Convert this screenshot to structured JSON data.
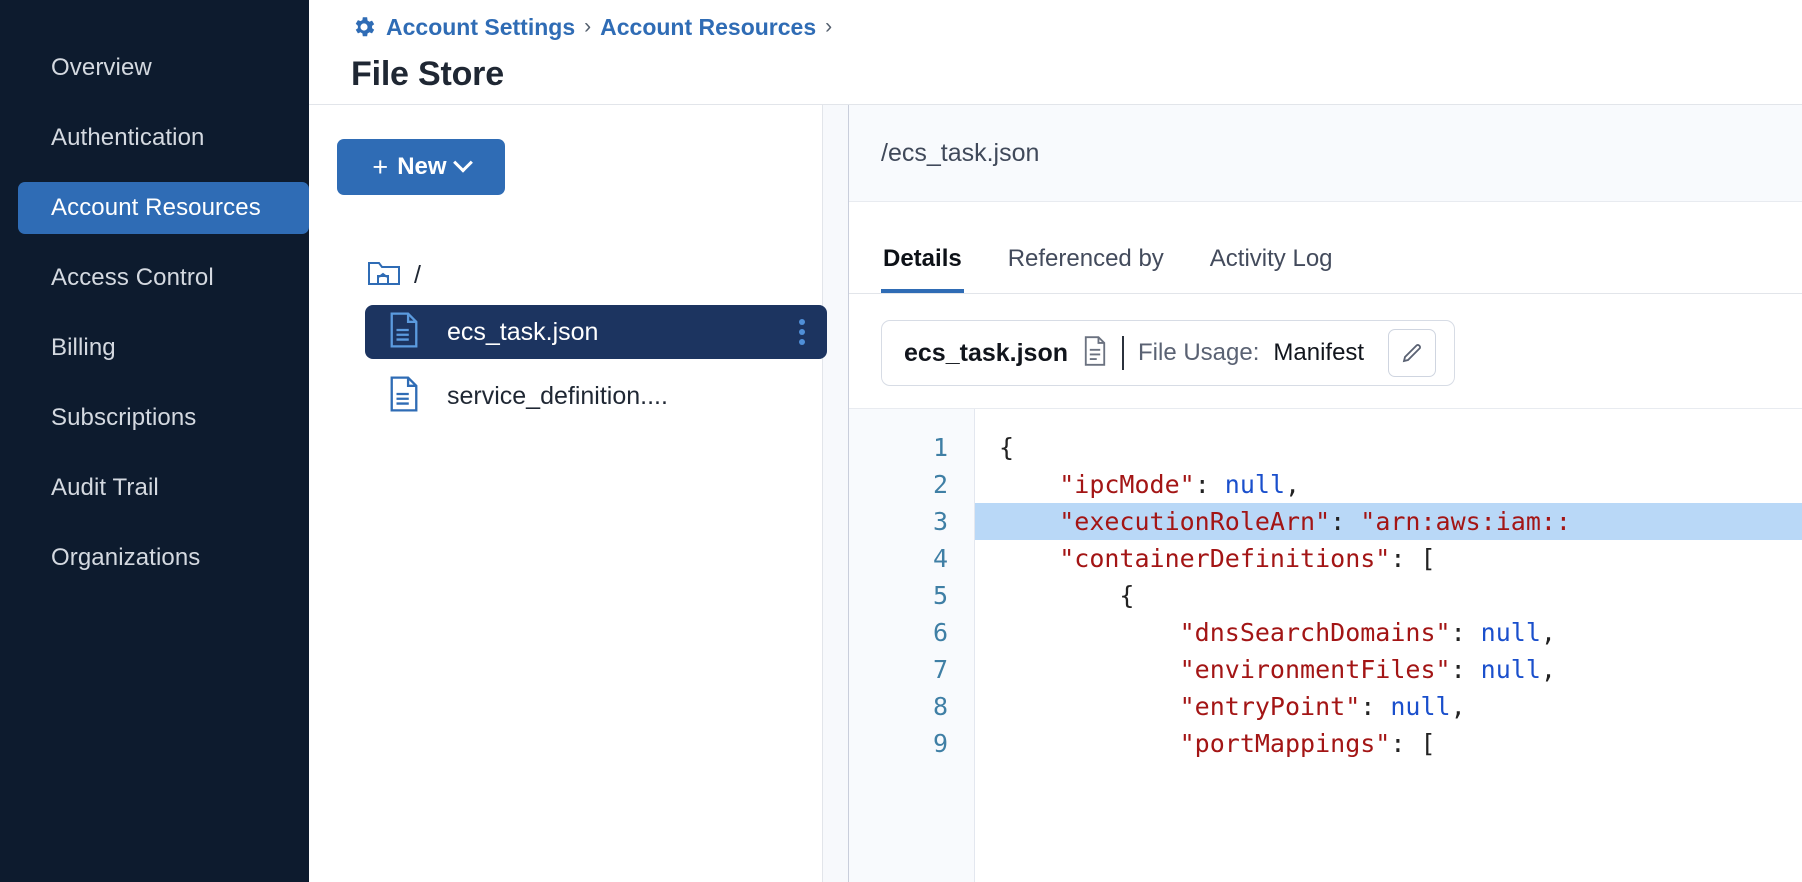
{
  "sidebar": {
    "items": [
      {
        "label": "Overview",
        "active": false
      },
      {
        "label": "Authentication",
        "active": false
      },
      {
        "label": "Account Resources",
        "active": true
      },
      {
        "label": "Access Control",
        "active": false
      },
      {
        "label": "Billing",
        "active": false
      },
      {
        "label": "Subscriptions",
        "active": false
      },
      {
        "label": "Audit Trail",
        "active": false
      },
      {
        "label": "Organizations",
        "active": false
      }
    ]
  },
  "header": {
    "gear_icon": "gear-icon",
    "breadcrumb": [
      {
        "label": "Account Settings"
      },
      {
        "label": "Account Resources"
      }
    ],
    "separator": "›",
    "title": "File Store"
  },
  "browser": {
    "new_button": {
      "label": "New",
      "plus": "+",
      "chevron": "chevron-down-icon"
    },
    "root": {
      "label": "/",
      "icon": "folder-home-icon"
    },
    "files": [
      {
        "name": "ecs_task.json",
        "icon": "file-icon",
        "selected": true,
        "menu": "kebab-menu-icon"
      },
      {
        "name": "service_definition....",
        "icon": "file-icon",
        "selected": false
      }
    ]
  },
  "detail": {
    "path": "/ecs_task.json",
    "tabs": [
      {
        "label": "Details",
        "active": true
      },
      {
        "label": "Referenced by",
        "active": false
      },
      {
        "label": "Activity Log",
        "active": false
      }
    ],
    "usage": {
      "file_name": "ecs_task.json",
      "file_icon": "document-icon",
      "label": "File Usage:",
      "value": "Manifest",
      "edit_icon": "pencil-icon"
    },
    "code": {
      "line_numbers": [
        "1",
        "2",
        "3",
        "4",
        "5",
        "6",
        "7",
        "8",
        "9"
      ],
      "highlighted_line": 3,
      "lines": [
        {
          "n": 1,
          "indent": 0,
          "text": "{",
          "type": "punct"
        },
        {
          "n": 2,
          "indent": 1,
          "key": "\"ipcMode\"",
          "sep": ": ",
          "value": "null",
          "value_type": "null",
          "tail": ","
        },
        {
          "n": 3,
          "indent": 1,
          "key": "\"executionRoleArn\"",
          "sep": ": ",
          "value": "\"arn:aws:iam::",
          "value_type": "string",
          "tail": ""
        },
        {
          "n": 4,
          "indent": 1,
          "key": "\"containerDefinitions\"",
          "sep": ": ",
          "value": "[",
          "value_type": "punct",
          "tail": ""
        },
        {
          "n": 5,
          "indent": 2,
          "text": "{",
          "type": "punct"
        },
        {
          "n": 6,
          "indent": 3,
          "key": "\"dnsSearchDomains\"",
          "sep": ": ",
          "value": "null",
          "value_type": "null",
          "tail": ","
        },
        {
          "n": 7,
          "indent": 3,
          "key": "\"environmentFiles\"",
          "sep": ": ",
          "value": "null",
          "value_type": "null",
          "tail": ","
        },
        {
          "n": 8,
          "indent": 3,
          "key": "\"entryPoint\"",
          "sep": ": ",
          "value": "null",
          "value_type": "null",
          "tail": ","
        },
        {
          "n": 9,
          "indent": 3,
          "key": "\"portMappings\"",
          "sep": ": ",
          "value": "[",
          "value_type": "punct",
          "tail": ""
        }
      ]
    }
  },
  "colors": {
    "sidebar_bg": "#0d1b2e",
    "accent": "#2f6cb5",
    "selected_file_bg": "#1c3460",
    "code_highlight": "#b9d8f7",
    "json_key": "#a31515",
    "json_null": "#1a4fcc"
  }
}
